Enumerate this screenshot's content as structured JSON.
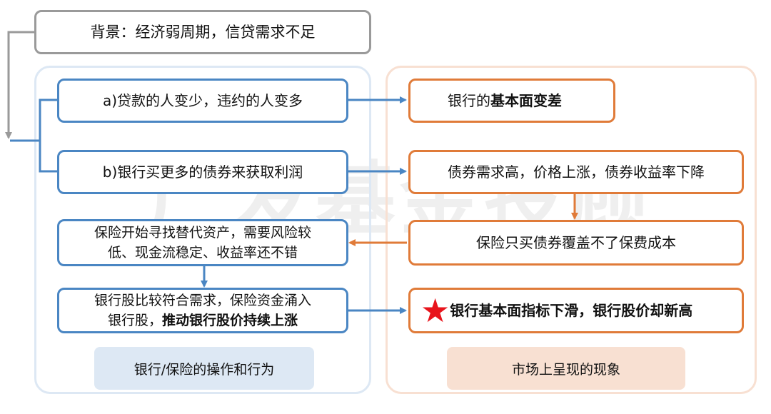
{
  "watermark": "广发基金投顾",
  "background": "背景：经济弱周期，信贷需求不足",
  "left": {
    "box_a": "a)贷款的人变少，违约的人变多",
    "box_b": "b)银行买更多的债券来获取利润",
    "box_c_line1": "保险开始寻找替代资产，需要风险较",
    "box_c_line2": "低、现金流稳定、收益率还不错",
    "box_d_line1": "银行股比较符合需求，保险资金涌入",
    "box_d_line2_normal": "银行股，",
    "box_d_line2_bold": "推动银行股价持续上涨",
    "caption": "银行/保险的操作和行为"
  },
  "right": {
    "box_1_normal": "银行的",
    "box_1_bold": "基本面变差",
    "box_2": "债券需求高，价格上涨，债券收益率下降",
    "box_3": "保险只买债券覆盖不了保费成本",
    "box_4": "银行基本面指标下滑，银行股价却新高",
    "caption": "市场上呈现的现象"
  },
  "colors": {
    "blue": "#4a86c3",
    "orange": "#e07b39",
    "gray": "#9a9a9a",
    "star": "#e8141c"
  }
}
